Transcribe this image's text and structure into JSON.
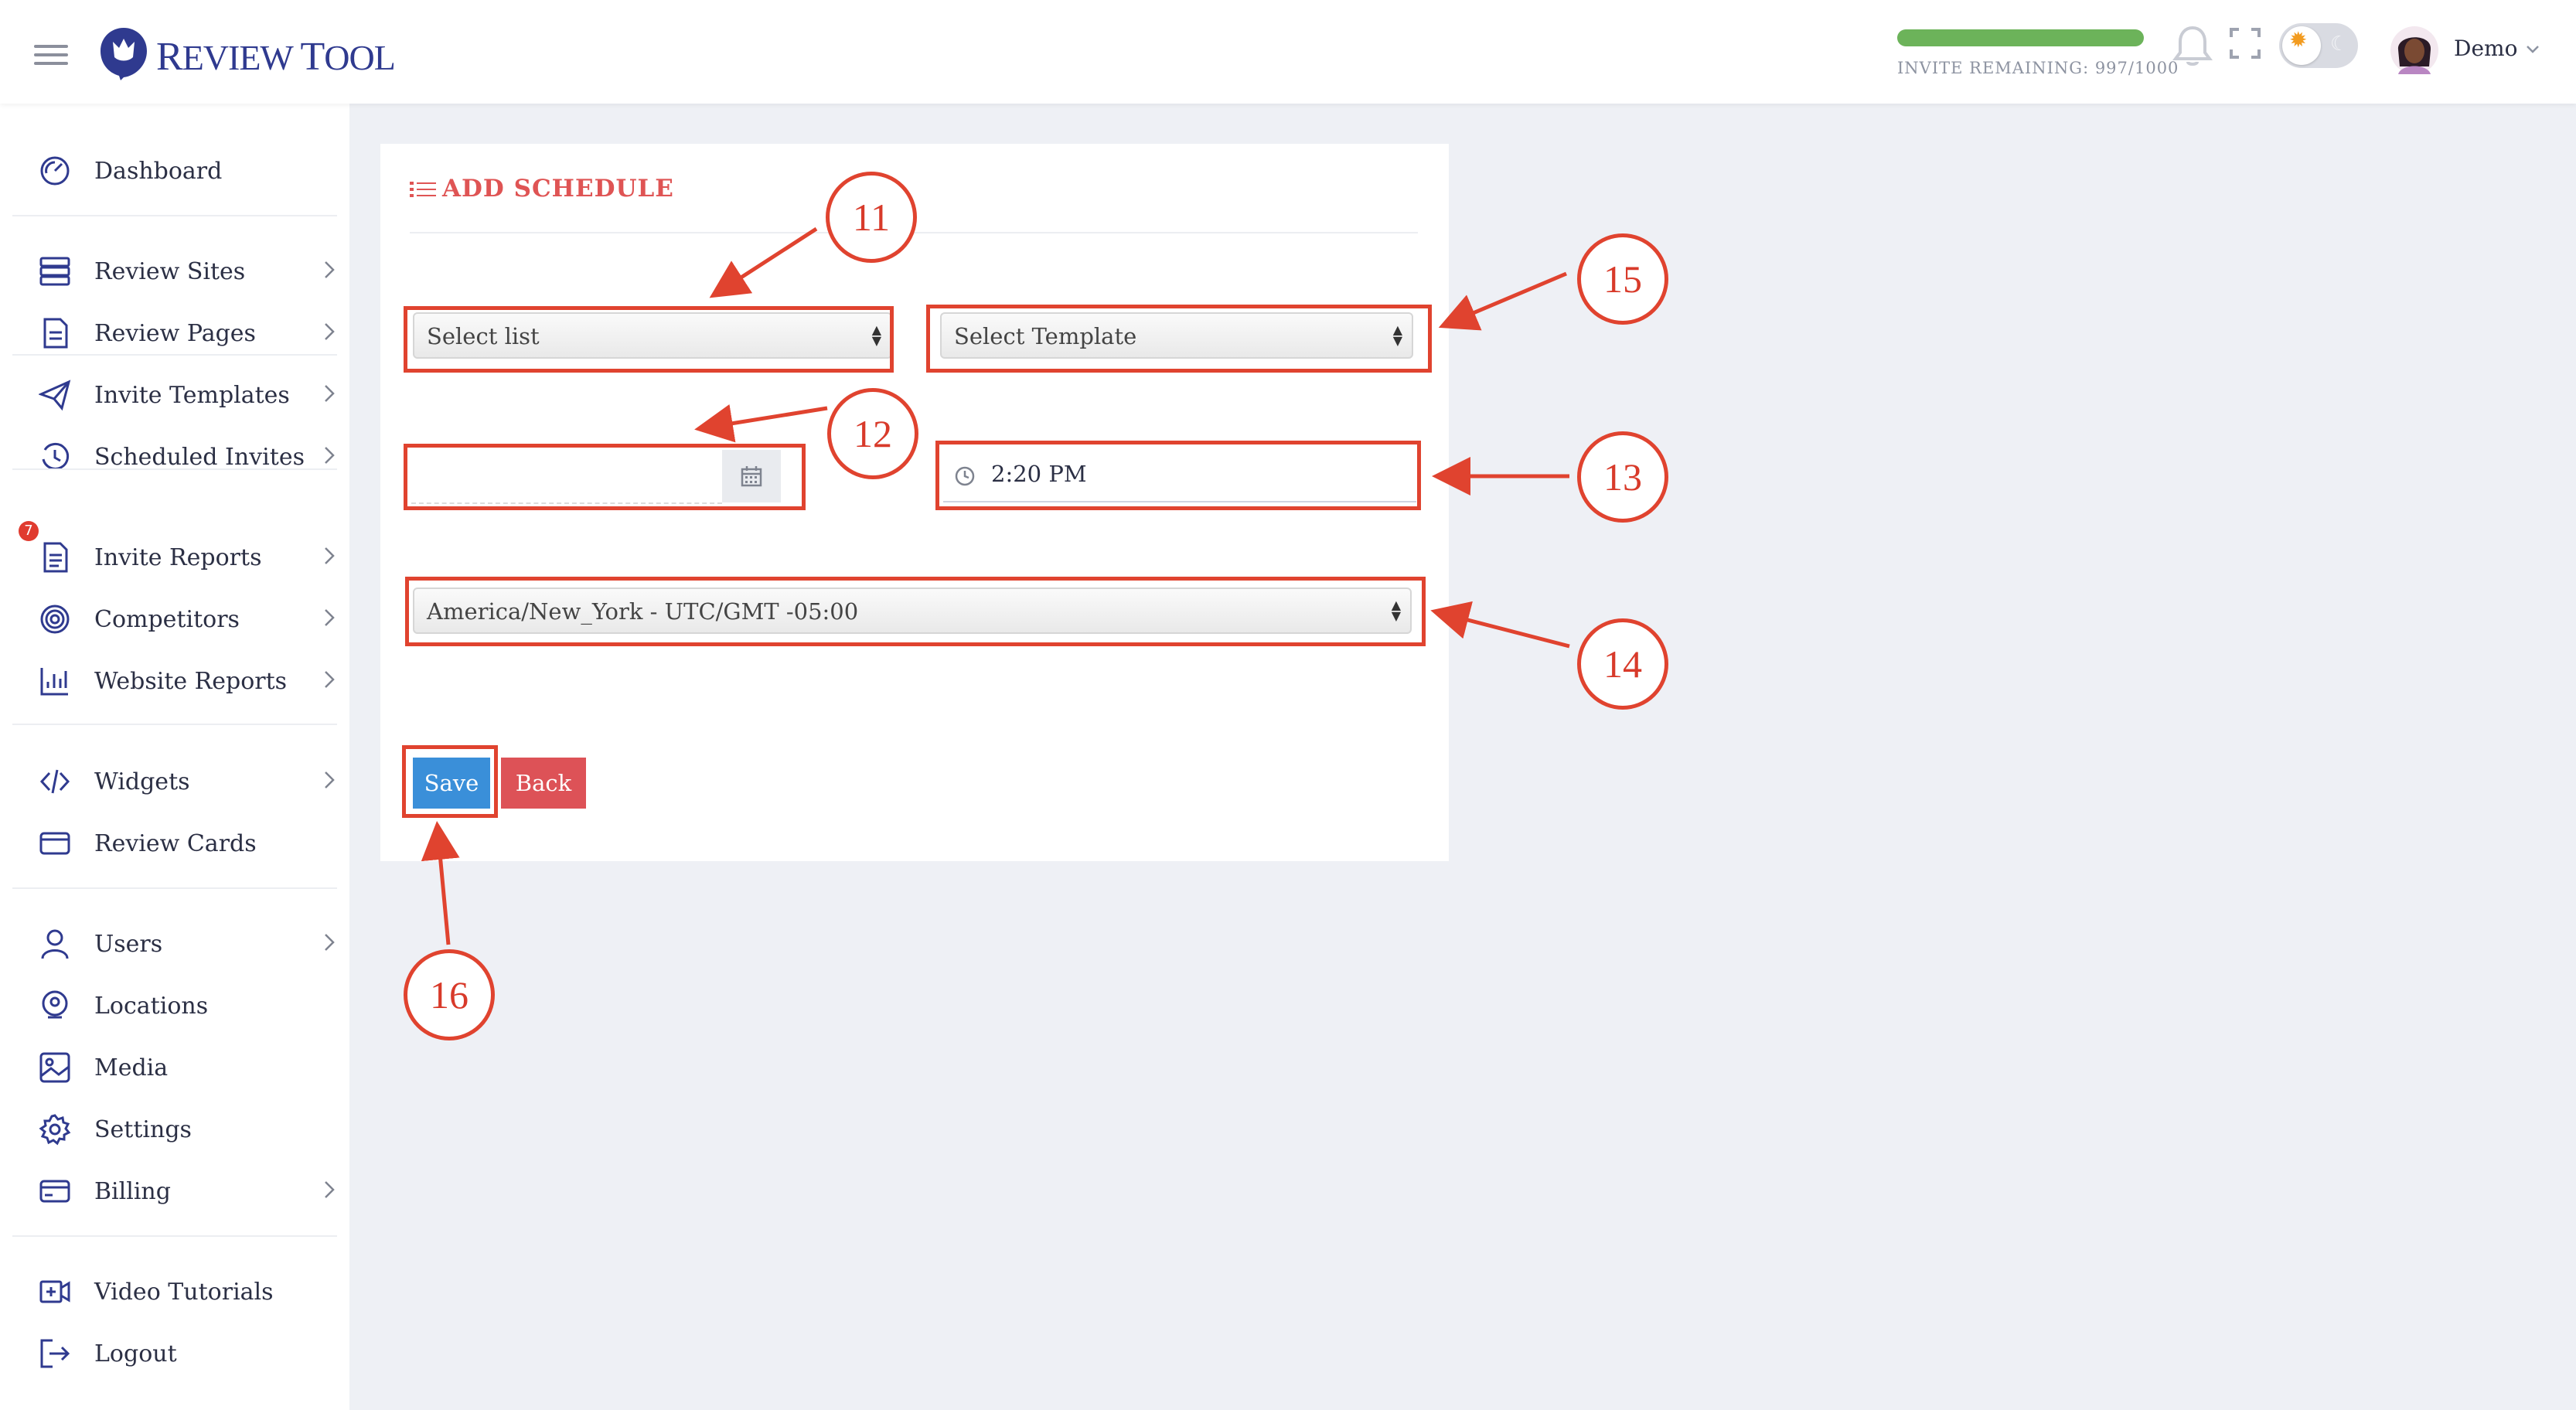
{
  "header": {
    "logo_text_1": "R",
    "logo_text_2": "EVIEW ",
    "logo_text_3": "T",
    "logo_text_4": "OOL",
    "invite_remaining_label": "INVITE REMAINING: 997/1000",
    "invite_progress": 0.997,
    "user_name": "Demo",
    "icons": [
      "hamburger-icon",
      "bell-icon",
      "fullscreen-icon",
      "sun-icon",
      "moon-icon"
    ]
  },
  "sidebar": {
    "items": [
      {
        "label": "Dashboard",
        "icon": "dashboard-icon",
        "chevron": false
      },
      {
        "label": "Review Sites",
        "icon": "server-icon",
        "chevron": true
      },
      {
        "label": "Review Pages",
        "icon": "page-icon",
        "chevron": true
      },
      {
        "label": "Invite Templates",
        "icon": "send-icon",
        "chevron": true
      },
      {
        "label": "Scheduled Invites",
        "icon": "history-icon",
        "chevron": true
      },
      {
        "label": "Invite Reports",
        "icon": "report-icon",
        "chevron": true,
        "badge": "7"
      },
      {
        "label": "Competitors",
        "icon": "fingerprint-icon",
        "chevron": true
      },
      {
        "label": "Website Reports",
        "icon": "chart-icon",
        "chevron": true
      },
      {
        "label": "Widgets",
        "icon": "code-icon",
        "chevron": true
      },
      {
        "label": "Review Cards",
        "icon": "card-icon",
        "chevron": false
      },
      {
        "label": "Users",
        "icon": "user-icon",
        "chevron": true
      },
      {
        "label": "Locations",
        "icon": "location-icon",
        "chevron": false
      },
      {
        "label": "Media",
        "icon": "media-icon",
        "chevron": false
      },
      {
        "label": "Settings",
        "icon": "gear-icon",
        "chevron": false
      },
      {
        "label": "Billing",
        "icon": "billing-icon",
        "chevron": true
      },
      {
        "label": "Video Tutorials",
        "icon": "video-icon",
        "chevron": false
      },
      {
        "label": "Logout",
        "icon": "logout-icon",
        "chevron": false
      }
    ]
  },
  "form": {
    "title": "ADD SCHEDULE",
    "list_select": "Select list",
    "template_select": "Select Template",
    "date_value": "",
    "time_value": "2:20 PM",
    "timezone_select": "America/New_York - UTC/GMT -05:00",
    "save_label": "Save",
    "back_label": "Back"
  },
  "callouts": {
    "c11": "11",
    "c12": "12",
    "c13": "13",
    "c14": "14",
    "c15": "15",
    "c16": "16"
  },
  "colors": {
    "accent_red": "#e0432f",
    "title_red": "#df5454",
    "save_blue": "#3a8fd9",
    "back_red": "#dd5257",
    "progress_green": "#6cb35a",
    "brand_blue": "#2f3a8f"
  }
}
